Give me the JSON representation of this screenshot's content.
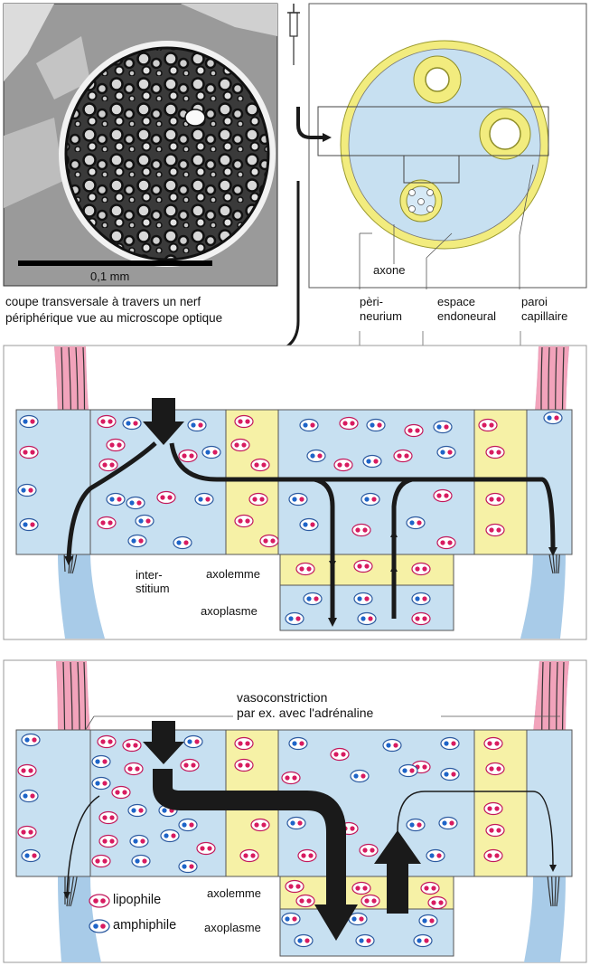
{
  "micrograph": {
    "scale_bar": "0,1 mm",
    "caption_line1": "coupe transversale à travers un nerf",
    "caption_line2": "périphérique vue au microscope optique"
  },
  "schema": {
    "axone_label": "axone",
    "perineurium_line1": "pèri-",
    "perineurium_line2": "neurium",
    "espace_line1": "espace",
    "espace_line2": "endoneural",
    "paroi_line1": "paroi",
    "paroi_line2": "capillaire"
  },
  "panel1": {
    "interstitium_line1": "inter-",
    "interstitium_line2": "stitium",
    "axolemme": "axolemme",
    "axoplasme": "axoplasme"
  },
  "panel2": {
    "vaso_line1": "vasoconstriction",
    "vaso_line2": "par ex. avec l'adrénaline",
    "axolemme": "axolemme",
    "axoplasme": "axoplasme"
  },
  "legend": {
    "lipophile": "lipophile",
    "amphiphile": "amphiphile"
  },
  "colors": {
    "blue_fill": "#c7e0f1",
    "yellow_fill": "#f6f1a6",
    "pink": "#f2a3bb",
    "vessel_blue": "#a8cbe8",
    "arrow": "#1a1a1a"
  }
}
